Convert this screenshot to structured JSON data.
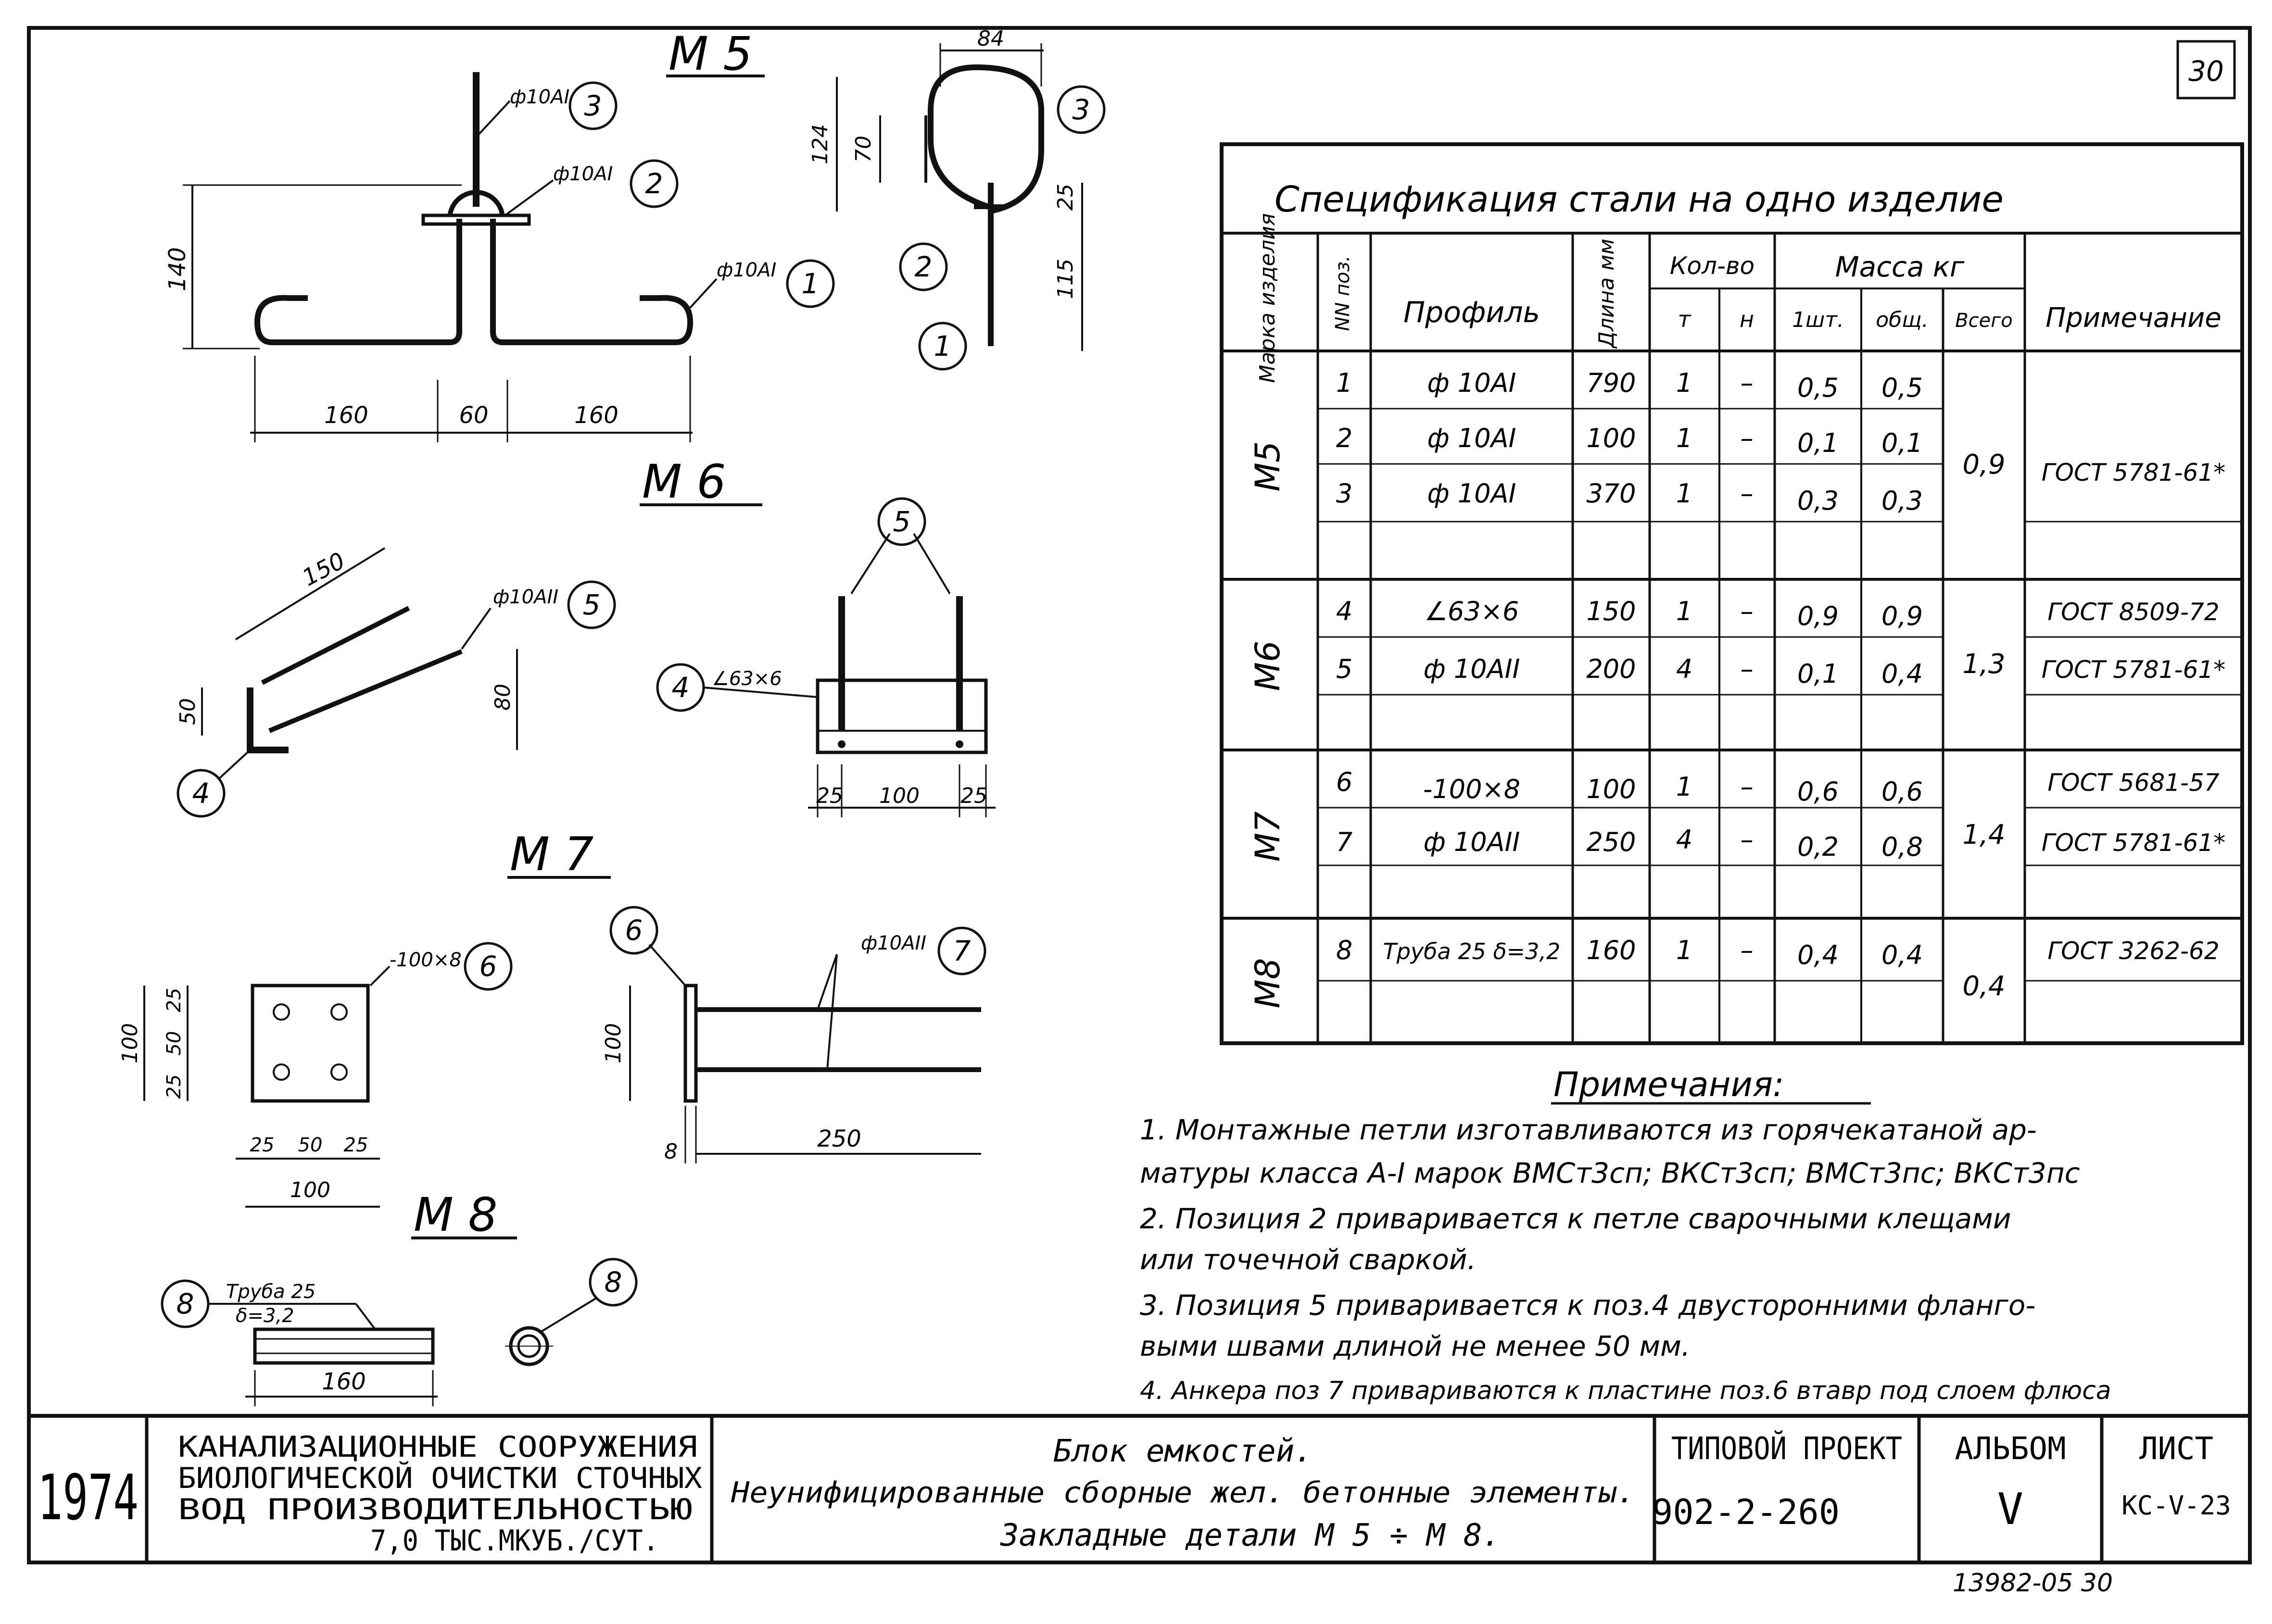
{
  "sheet_number": "30",
  "part_titles": {
    "m5": "М 5",
    "m6": "М 6",
    "m7": "М 7",
    "m8": "М 8"
  },
  "m5": {
    "rebar_3": "ф10АI",
    "rebar_2": "ф10АI",
    "rebar_1": "ф10АI",
    "pos": [
      "3",
      "2",
      "1"
    ],
    "dims": {
      "height": "140",
      "left": "160",
      "mid": "60",
      "right": "160"
    },
    "side": {
      "w": "84",
      "h1": "124",
      "h2": "70",
      "h3": "25",
      "h4": "115",
      "pos": [
        "3",
        "2",
        "1"
      ]
    }
  },
  "m6": {
    "rebar_5": "ф10АII",
    "angle": "∠63×6",
    "pos": [
      "5",
      "4",
      "4",
      "5"
    ],
    "dims": {
      "len": "150",
      "h50": "50",
      "h80": "80",
      "d25a": "25",
      "d100": "100",
      "d25b": "25"
    }
  },
  "m7": {
    "plate": "-100×8",
    "rebar_7": "ф10АII",
    "pos": [
      "6",
      "6",
      "7"
    ],
    "dims": {
      "v100": "100",
      "v25a": "25",
      "v50": "50",
      "v25b": "25",
      "h25a": "25",
      "h50": "50",
      "h25b": "25",
      "h100": "100",
      "side100": "100",
      "t8": "8",
      "len250": "250"
    }
  },
  "m8": {
    "pipe_l1": "Труба 25",
    "pipe_l2": "δ=3,2",
    "len": "160",
    "pos": [
      "8",
      "8"
    ]
  },
  "spec": {
    "title": "Спецификация  стали на одно  изделие",
    "headers": {
      "mark": "Марка изделия",
      "pos": "NN поз.",
      "profile": "Профиль",
      "length": "Длина мм",
      "qty": "Кол-во",
      "qty_t": "т",
      "qty_n": "н",
      "mass": "Масса  кг",
      "mass_one": "1шт.",
      "mass_total": "общ.",
      "mass_all": "Всего",
      "note": "Примечание"
    },
    "groups": [
      {
        "mark": "М5",
        "total": "0,9",
        "rows": [
          {
            "pos": "1",
            "profile": "ф 10АI",
            "length": "790",
            "t": "1",
            "n": "–",
            "one": "0,5",
            "tot": "0,5",
            "note": "ГОСТ 5781-61*"
          },
          {
            "pos": "2",
            "profile": "ф 10АI",
            "length": "100",
            "t": "1",
            "n": "–",
            "one": "0,1",
            "tot": "0,1",
            "note": ""
          },
          {
            "pos": "3",
            "profile": "ф 10АI",
            "length": "370",
            "t": "1",
            "n": "–",
            "one": "0,3",
            "tot": "0,3",
            "note": ""
          }
        ]
      },
      {
        "mark": "М6",
        "total": "1,3",
        "rows": [
          {
            "pos": "4",
            "profile": "∠63×6",
            "length": "150",
            "t": "1",
            "n": "–",
            "one": "0,9",
            "tot": "0,9",
            "note": "ГОСТ 8509-72"
          },
          {
            "pos": "5",
            "profile": "ф 10АII",
            "length": "200",
            "t": "4",
            "n": "–",
            "one": "0,1",
            "tot": "0,4",
            "note": "ГОСТ 5781-61*"
          }
        ]
      },
      {
        "mark": "М7",
        "total": "1,4",
        "rows": [
          {
            "pos": "6",
            "profile": "-100×8",
            "length": "100",
            "t": "1",
            "n": "–",
            "one": "0,6",
            "tot": "0,6",
            "note": "ГОСТ 5681-57"
          },
          {
            "pos": "7",
            "profile": "ф 10АII",
            "length": "250",
            "t": "4",
            "n": "–",
            "one": "0,2",
            "tot": "0,8",
            "note": "ГОСТ 5781-61*"
          }
        ]
      },
      {
        "mark": "М8",
        "total": "0,4",
        "rows": [
          {
            "pos": "8",
            "profile": "Труба 25 δ=3,2",
            "length": "160",
            "t": "1",
            "n": "–",
            "one": "0,4",
            "tot": "0,4",
            "note": "ГОСТ 3262-62"
          }
        ]
      }
    ]
  },
  "notes": {
    "title": "Примечания:",
    "lines": [
      "1.  Монтажные петли изготавливаются из горячекатаной ар-",
      "     матуры класса А-I марок ВМСт3сп; ВКСт3сп; ВМСт3пс; ВКСт3пс",
      "2.  Позиция 2 приваривается к петле сварочными клещами",
      "     или  точечной  сваркой.",
      "3.  Позиция 5 приваривается к поз.4 двусторонними фланго-",
      "     выми швами длиной не менее 50 мм.",
      "4.  Анкера поз 7 привариваются к пластине поз.6 втавр под слоем флюса"
    ]
  },
  "title_block": {
    "year": "1974",
    "org": [
      "КАНАЛИЗАЦИОННЫЕ   СООРУЖЕНИЯ",
      "БИОЛОГИЧЕСКОЙ ОЧИСТКИ СТОЧНЫХ",
      "ВОД     ПРОИЗВОДИТЕЛЬНОСТЬЮ",
      "7,0 ТЫС.МКУБ./СУТ."
    ],
    "desc": [
      "Блок емкостей.",
      "Неунифицированные  сборные  жел. бетонные элементы.",
      "Закладные  детали  М 5 ÷ М 8."
    ],
    "project_label": "ТИПОВОЙ ПРОЕКТ",
    "project_no": "902-2-260",
    "album_label": "АЛЬБОМ",
    "album_no": "V",
    "sheet_label": "ЛИСТ",
    "sheet_no": "КС-V-23"
  },
  "footer_code": "13982-05  30"
}
